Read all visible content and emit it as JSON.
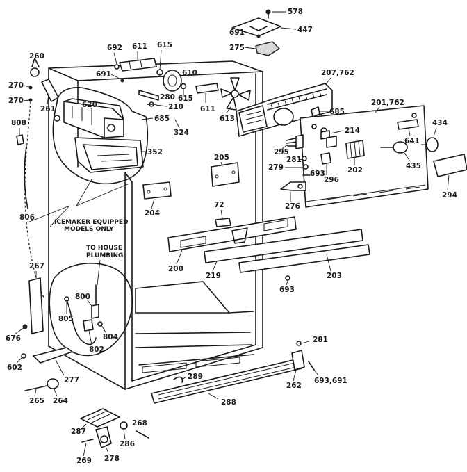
{
  "diagram": {
    "notes": {
      "icemaker_line1": "ICEMAKER EQUIPPED",
      "icemaker_line2": "MODELS ONLY",
      "plumbing_line1": "TO HOUSE",
      "plumbing_line2": "PLUMBING"
    },
    "labels": {
      "p578": "578",
      "p447": "447",
      "p691a": "691",
      "p275": "275",
      "p692": "692",
      "p611a": "611",
      "p615a": "615",
      "p260": "260",
      "p691b": "691",
      "p610": "610",
      "p270a": "270",
      "p270b": "270",
      "p261": "261",
      "p280": "280",
      "p615b": "615",
      "p620": "620",
      "p210": "210",
      "p611b": "611",
      "p613": "613",
      "p207762": "207,762",
      "p685a": "685",
      "p685b": "685",
      "p201762": "201,762",
      "p808": "808",
      "p324": "324",
      "p214": "214",
      "p434": "434",
      "p352": "352",
      "p295": "295",
      "p641": "641",
      "p281a": "281",
      "p205": "205",
      "p279": "279",
      "p693a": "693",
      "p202": "202",
      "p435": "435",
      "p296": "296",
      "p294": "294",
      "p276": "276",
      "p204": "204",
      "p806": "806",
      "p72": "72",
      "p200": "200",
      "p219": "219",
      "p267": "267",
      "p203": "203",
      "p693b": "693",
      "p800": "800",
      "p805": "805",
      "p804": "804",
      "p802": "802",
      "p676": "676",
      "p281b": "281",
      "p602": "602",
      "p277": "277",
      "p262": "262",
      "p693691": "693,691",
      "p289": "289",
      "p265": "265",
      "p264": "264",
      "p288": "288",
      "p287": "287",
      "p268": "268",
      "p286": "286",
      "p269": "269",
      "p278": "278"
    }
  }
}
